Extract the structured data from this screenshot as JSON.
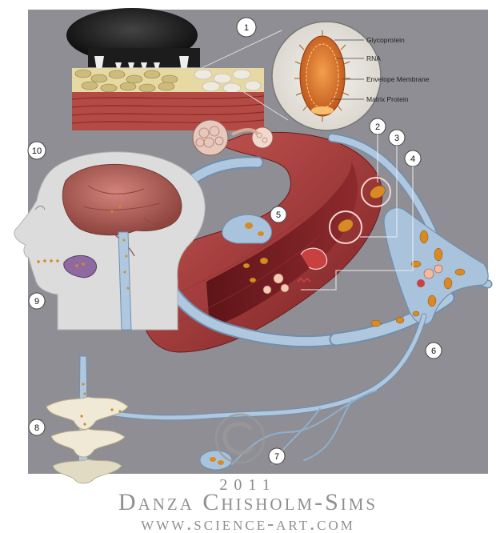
{
  "steps": [
    "1",
    "2",
    "3",
    "4",
    "5",
    "6",
    "7",
    "8",
    "9",
    "10"
  ],
  "virion_labels": {
    "glycoprotein": "Glycoprotein",
    "rna": "RNA",
    "envelope": "Envelope Membrane",
    "matrix": "Matrix Protein"
  },
  "watermark": {
    "year": "2011",
    "name": "Danza Chisholm-Sims",
    "url": "www.science-art.com"
  },
  "colors": {
    "background": "#8e8e94",
    "muscle": "#a83a3a",
    "nerve": "#a9c3dc",
    "virus": "#d98a24",
    "bone": "#efe9d6",
    "brain": "#b8645e"
  }
}
